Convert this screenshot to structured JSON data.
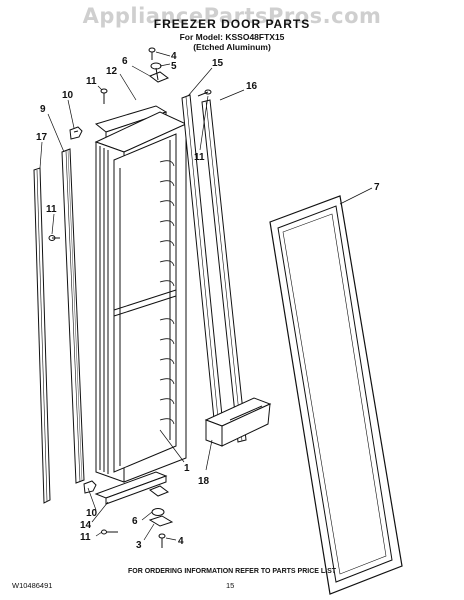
{
  "watermark": "AppliancePartsPros.com",
  "title": "FREEZER DOOR PARTS",
  "model_line": "For Model: KSSO48FTX15",
  "finish_line": "(Etched Aluminum)",
  "callouts": [
    {
      "id": "c4a",
      "text": "4"
    },
    {
      "id": "c5",
      "text": "5"
    },
    {
      "id": "c6a",
      "text": "6"
    },
    {
      "id": "c12",
      "text": "12"
    },
    {
      "id": "c11a",
      "text": "11"
    },
    {
      "id": "c10a",
      "text": "10"
    },
    {
      "id": "c9",
      "text": "9"
    },
    {
      "id": "c17",
      "text": "17"
    },
    {
      "id": "c11b",
      "text": "11"
    },
    {
      "id": "c15",
      "text": "15"
    },
    {
      "id": "c16",
      "text": "16"
    },
    {
      "id": "c11c",
      "text": "11"
    },
    {
      "id": "c7",
      "text": "7"
    },
    {
      "id": "c1",
      "text": "1"
    },
    {
      "id": "c18",
      "text": "18"
    },
    {
      "id": "c10b",
      "text": "10"
    },
    {
      "id": "c14",
      "text": "14"
    },
    {
      "id": "c6b",
      "text": "6"
    },
    {
      "id": "c11d",
      "text": "11"
    },
    {
      "id": "c3",
      "text": "3"
    },
    {
      "id": "c4b",
      "text": "4"
    }
  ],
  "footer": {
    "order_info": "FOR ORDERING INFORMATION REFER TO PARTS PRICE LIST",
    "doc_number": "W10486491",
    "page_number": "15"
  }
}
